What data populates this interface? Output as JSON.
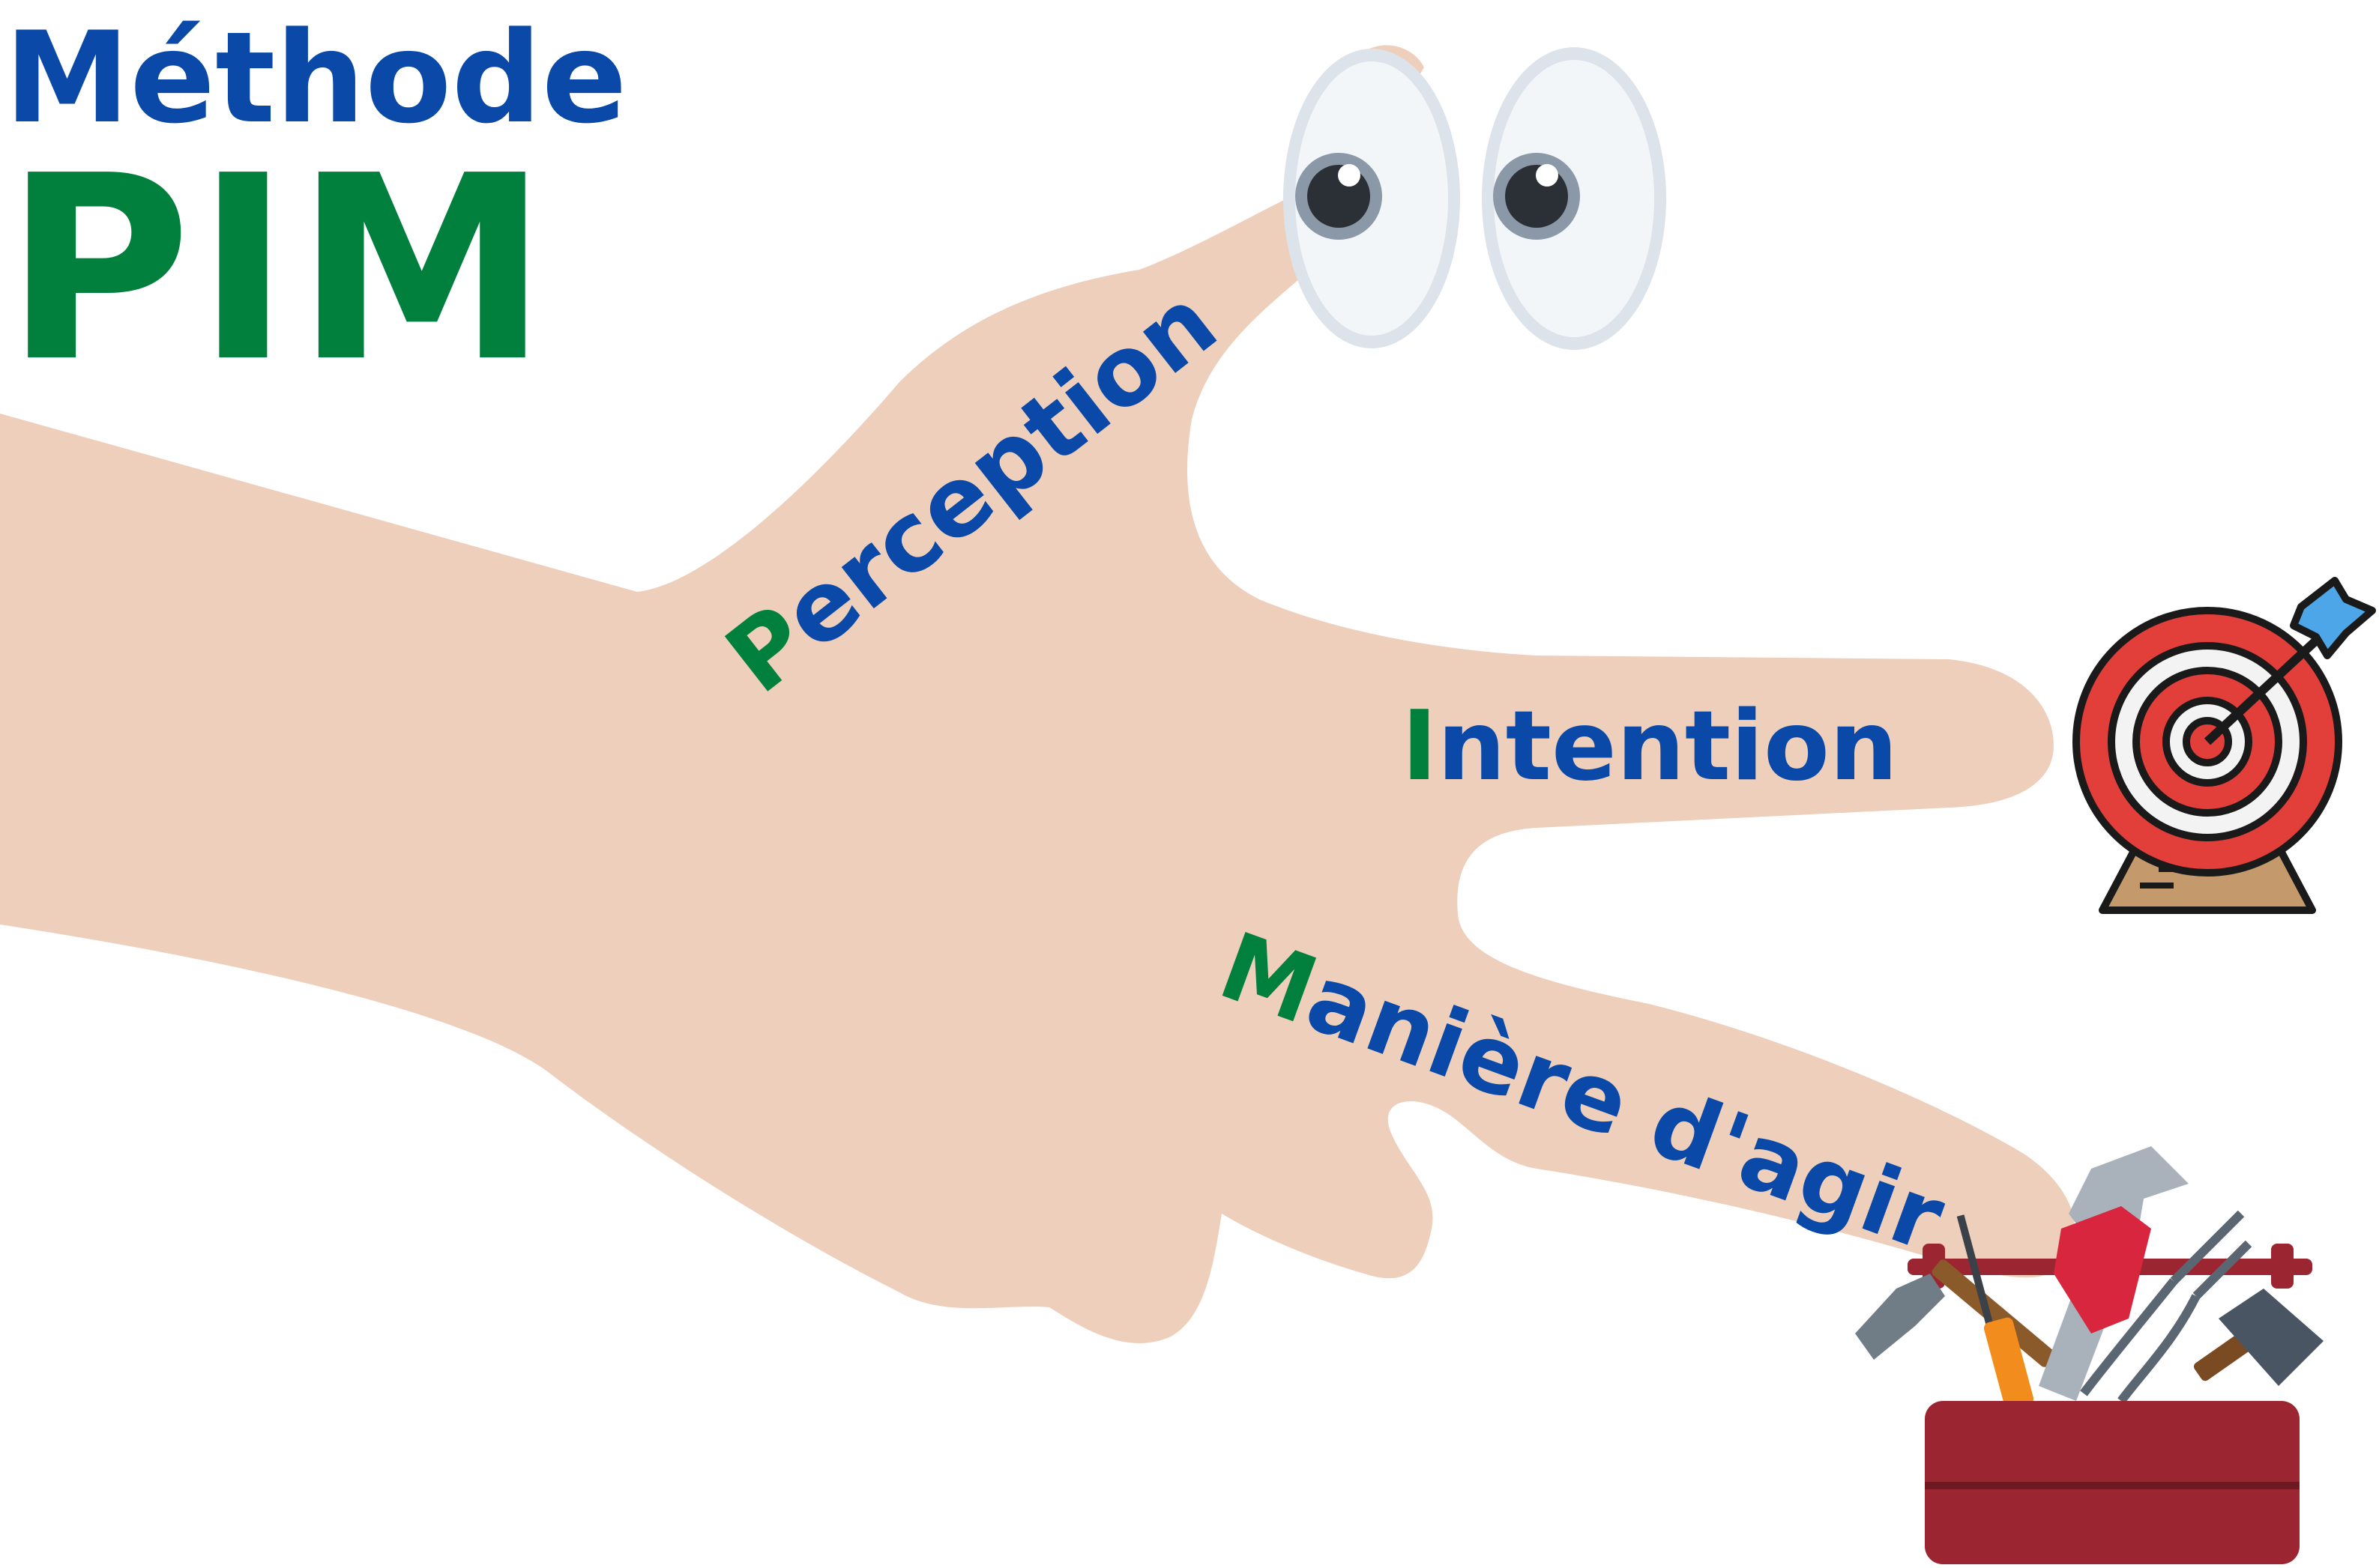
{
  "title": {
    "line1": "Méthode",
    "line2": "PIM"
  },
  "colors": {
    "blue": "#0B49A8",
    "green": "#00803C",
    "skin": "#EDCFBC",
    "eye_white": "#F3F6F9",
    "eye_ring": "#DCE3EA",
    "target_red": "#E23E3A",
    "toolbox_red": "#9B2530"
  },
  "labels": {
    "perception": {
      "initial": "P",
      "rest": "erception"
    },
    "intention": {
      "initial": "I",
      "rest": "ntention"
    },
    "maniere": {
      "initial": "M",
      "rest": "anière d'agir"
    }
  },
  "icons": [
    "googly-eyes-icon",
    "target-dart-icon",
    "toolbox-icon"
  ]
}
